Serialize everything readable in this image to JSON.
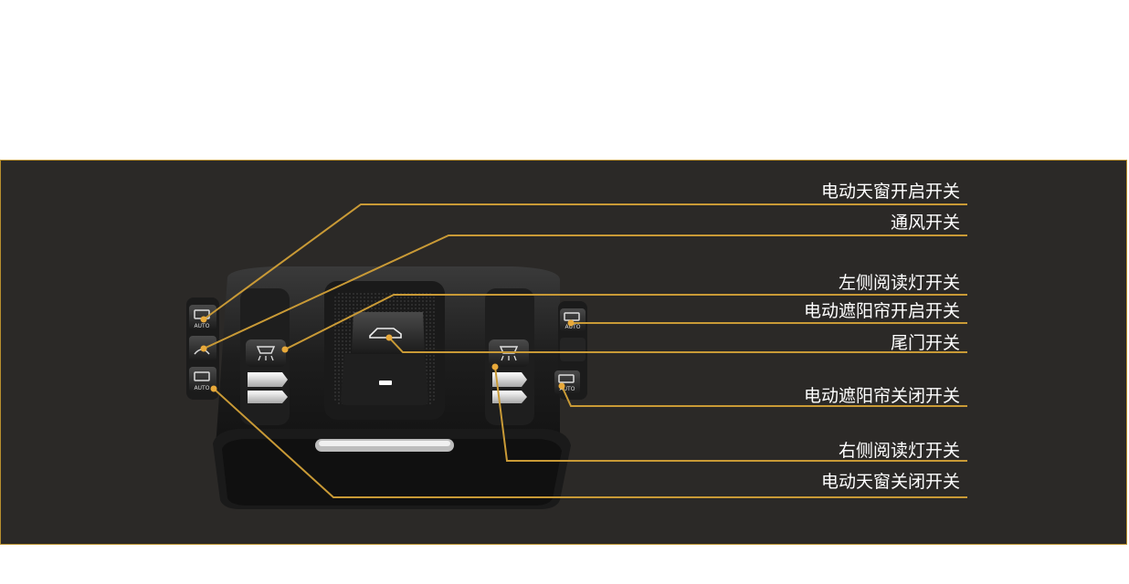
{
  "callouts": [
    {
      "id": "sunroof-open",
      "label": "电动天窗开启开关"
    },
    {
      "id": "ventilation",
      "label": "通风开关"
    },
    {
      "id": "left-reading-light",
      "label": "左侧阅读灯开关"
    },
    {
      "id": "sunshade-open",
      "label": "电动遮阳帘开启开关"
    },
    {
      "id": "tailgate",
      "label": "尾门开关"
    },
    {
      "id": "sunshade-close",
      "label": "电动遮阳帘关闭开关"
    },
    {
      "id": "right-reading-light",
      "label": "右侧阅读灯开关"
    },
    {
      "id": "sunroof-close",
      "label": "电动天窗关闭开关"
    }
  ],
  "button_marks": {
    "auto": "AUTO"
  },
  "colors": {
    "panel_bg": "#2b2927",
    "border": "#b8902f",
    "leader": "#c99a36",
    "dot": "#e8a93a",
    "label": "#ffffff"
  }
}
